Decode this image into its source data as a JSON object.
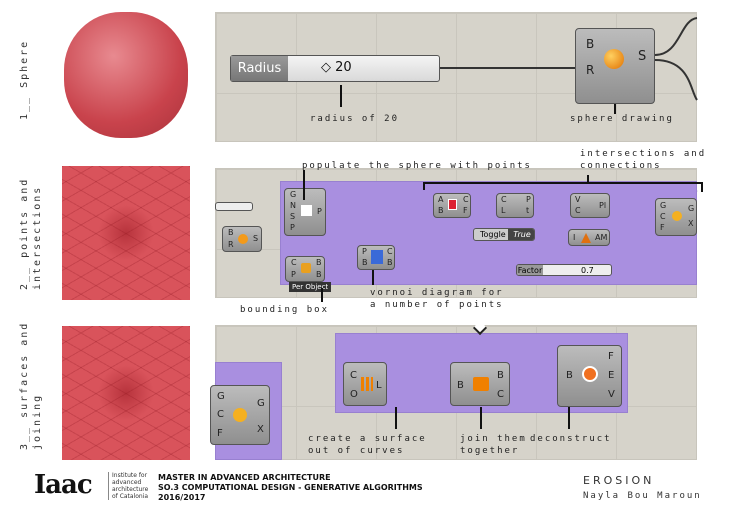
{
  "sections": [
    {
      "label": "1__ Sphere"
    },
    {
      "label": "2__ points and\nintersections"
    },
    {
      "label": "3__ surfaces and\njoining"
    }
  ],
  "panel1": {
    "slider_label": "Radius",
    "slider_value": "◇ 20",
    "comp_inputs": [
      "B",
      "R"
    ],
    "comp_output": "S",
    "ann_radius": "radius of 20",
    "ann_sphere": "sphere drawing"
  },
  "panel2": {
    "populate": {
      "inputs": [
        "G",
        "N",
        "S",
        "P"
      ],
      "output": "P"
    },
    "sphere": {
      "inputs": [
        "B",
        "R"
      ],
      "output": "S"
    },
    "bbox": {
      "inputs": [
        "C",
        "P"
      ],
      "outputs": [
        "B",
        "B"
      ],
      "tag": "Per Object"
    },
    "voronoi": {
      "inputs": [
        "P",
        "B"
      ],
      "outputs": [
        "C",
        "B"
      ]
    },
    "intersect": {
      "inputs": [
        "A",
        "B"
      ],
      "outputs": [
        "C",
        "F"
      ]
    },
    "curve": {
      "inputs": [
        "C",
        "L"
      ],
      "outputs": [
        "P",
        "t"
      ]
    },
    "polyline": {
      "inputs": [
        "V",
        "C"
      ],
      "output": "Pl"
    },
    "area": {
      "input": "I",
      "output": "AM"
    },
    "scale": {
      "inputs": [
        "G",
        "C",
        "F"
      ],
      "outputs": [
        "G",
        "X"
      ]
    },
    "toggle_label": "Toggle",
    "toggle_value": "True",
    "factor_label": "Factor",
    "factor_value": "0.7",
    "ann_populate": "populate the sphere with points",
    "ann_intersections": "intersections and\nconnections",
    "ann_voronoi": "vornoi diagram for\na number of points",
    "ann_bbox": "bounding box"
  },
  "panel3": {
    "scale": {
      "inputs": [
        "G",
        "C",
        "F"
      ],
      "outputs": [
        "G",
        "X"
      ]
    },
    "loft": {
      "inputs": [
        "C",
        "O"
      ],
      "output": "L"
    },
    "join": {
      "input": "B",
      "outputs": [
        "B",
        "C"
      ]
    },
    "deconstruct": {
      "input": "B",
      "outputs": [
        "F",
        "E",
        "V"
      ]
    },
    "ann_loft": "create a surface\nout of curves",
    "ann_join": "join them\ntogether",
    "ann_deconstruct": "deconstruct"
  },
  "footer": {
    "logo": "Iaac",
    "institute": [
      "Institute for",
      "advanced",
      "architecture",
      "of Catalonia"
    ],
    "line1": "MASTER IN ADVANCED ARCHITECTURE",
    "line2": "SO.3 COMPUTATIONAL DESIGN - GENERATIVE ALGORITHMS",
    "line3": "2016/2017",
    "project": "EROSION",
    "author": "Nayla Bou Maroun"
  }
}
